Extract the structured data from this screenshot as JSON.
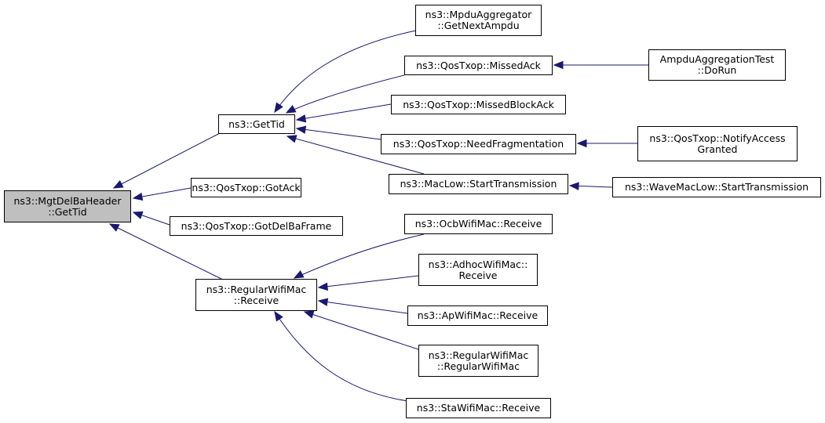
{
  "edge_color": "#191970",
  "root_fill": "#bfbfbf",
  "nodes": {
    "root": "ns3::MgtDelBaHeader\n::GetTid",
    "qos_gettid": "ns3::GetTid",
    "qos_gotack": "ns3::QosTxop::GotAck",
    "qos_gotdelbaframe": "ns3::QosTxop::GotDelBaFrame",
    "regularwifimac_receive": "ns3::RegularWifiMac\n::Receive",
    "mpdu_aggregator": "ns3::MpduAggregator\n::GetNextAmpdu",
    "missed_ack": "ns3::QosTxop::MissedAck",
    "missed_block_ack": "ns3::QosTxop::MissedBlockAck",
    "need_fragmentation": "ns3::QosTxop::NeedFragmentation",
    "maclow_start": "ns3::MacLow::StartTransmission",
    "ampdu_test": "AmpduAggregationTest\n::DoRun",
    "notify_access": "ns3::QosTxop::NotifyAccess\nGranted",
    "wavemaclow_start": "ns3::WaveMacLow::StartTransmission",
    "ocb_receive": "ns3::OcbWifiMac::Receive",
    "adhoc_receive": "ns3::AdhocWifiMac::\nReceive",
    "ap_receive": "ns3::ApWifiMac::Receive",
    "regularwifimac_ctor": "ns3::RegularWifiMac\n::RegularWifiMac",
    "sta_receive": "ns3::StaWifiMac::Receive"
  }
}
